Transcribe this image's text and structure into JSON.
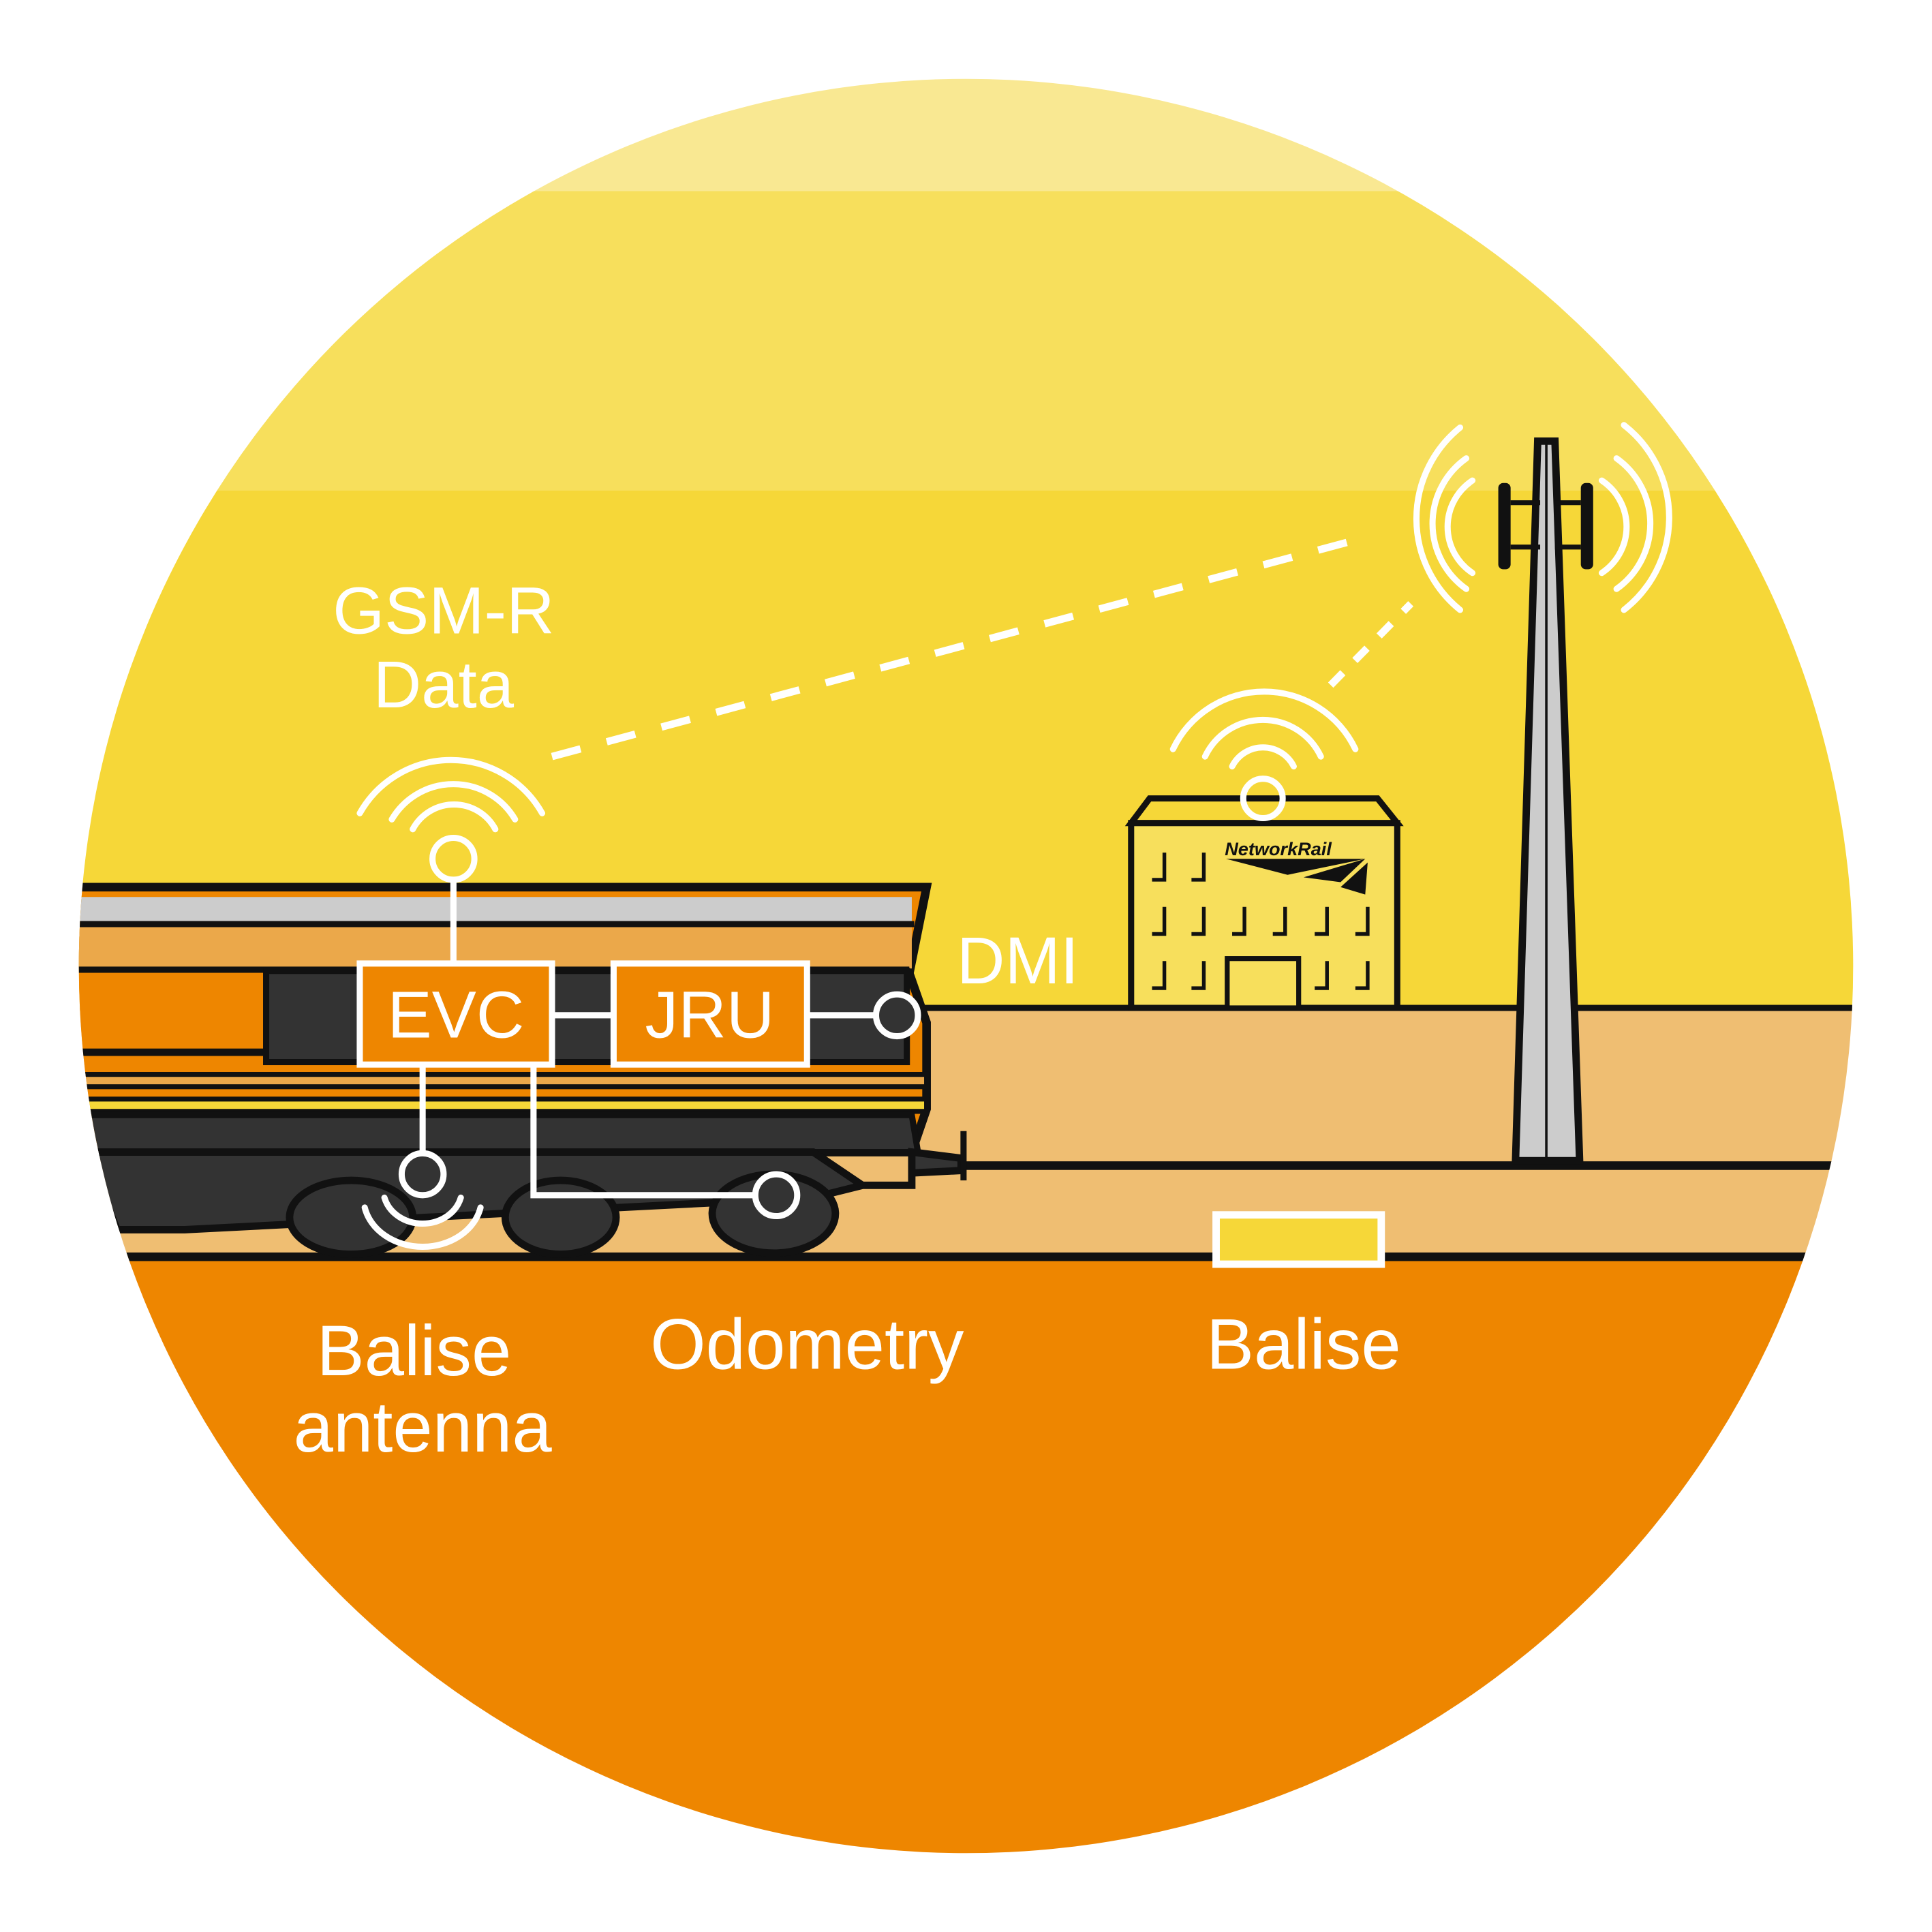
{
  "labels": {
    "gsmr_line1": "GSM-R",
    "gsmr_line2": "Data",
    "evc": "EVC",
    "jru": "JRU",
    "dmi": "DMI",
    "balise_antenna_line1": "Balise",
    "balise_antenna_line2": "antenna",
    "odometry": "Odometry",
    "balise": "Balise"
  },
  "logo": {
    "text": "NetworkRail"
  },
  "colors": {
    "sky_top": "#F9E892",
    "sky_mid": "#F7DF5C",
    "sky": "#F6D738",
    "ground": "#EFBE72",
    "foreground": "#EE8600",
    "train_orange": "#EE8600",
    "train_stripe": "#EBA84A",
    "dark": "#333333",
    "mast": "#CCCCCC",
    "white": "#FFFFFF"
  }
}
